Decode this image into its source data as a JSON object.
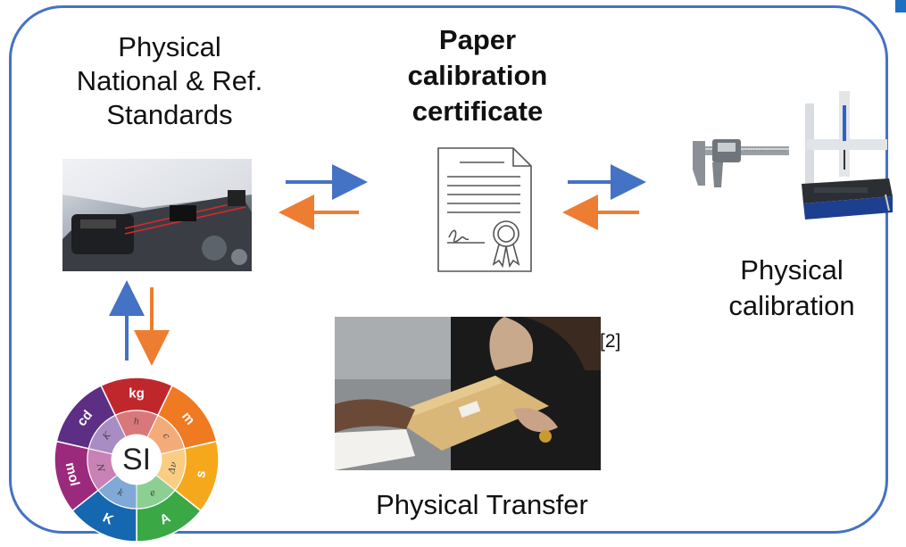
{
  "labels": {
    "standards_line1": "Physical",
    "standards_line2": "National & Ref.",
    "standards_line3": "Standards",
    "paper_line1": "Paper",
    "paper_line2": "calibration",
    "paper_line3": "certificate",
    "physical_line1": "Physical",
    "physical_line2": "calibration",
    "transfer": "Physical Transfer",
    "reference": "[2]"
  },
  "si_wheel": {
    "center": "SI",
    "units": [
      "kg",
      "m",
      "s",
      "A",
      "K",
      "mol",
      "cd"
    ],
    "constants": [
      "h",
      "c",
      "Δν",
      "e",
      "k",
      "N",
      "K"
    ]
  },
  "icons": {
    "laser_photo": "laser-interferometer-photo",
    "certificate": "certificate-icon",
    "caliper": "caliper-photo",
    "cmm": "coordinate-measuring-machine-photo",
    "envelope_photo": "envelope-handover-photo"
  },
  "colors": {
    "frame": "#4472c4",
    "arrow_forward": "#4472c4",
    "arrow_back": "#ed7d31"
  }
}
